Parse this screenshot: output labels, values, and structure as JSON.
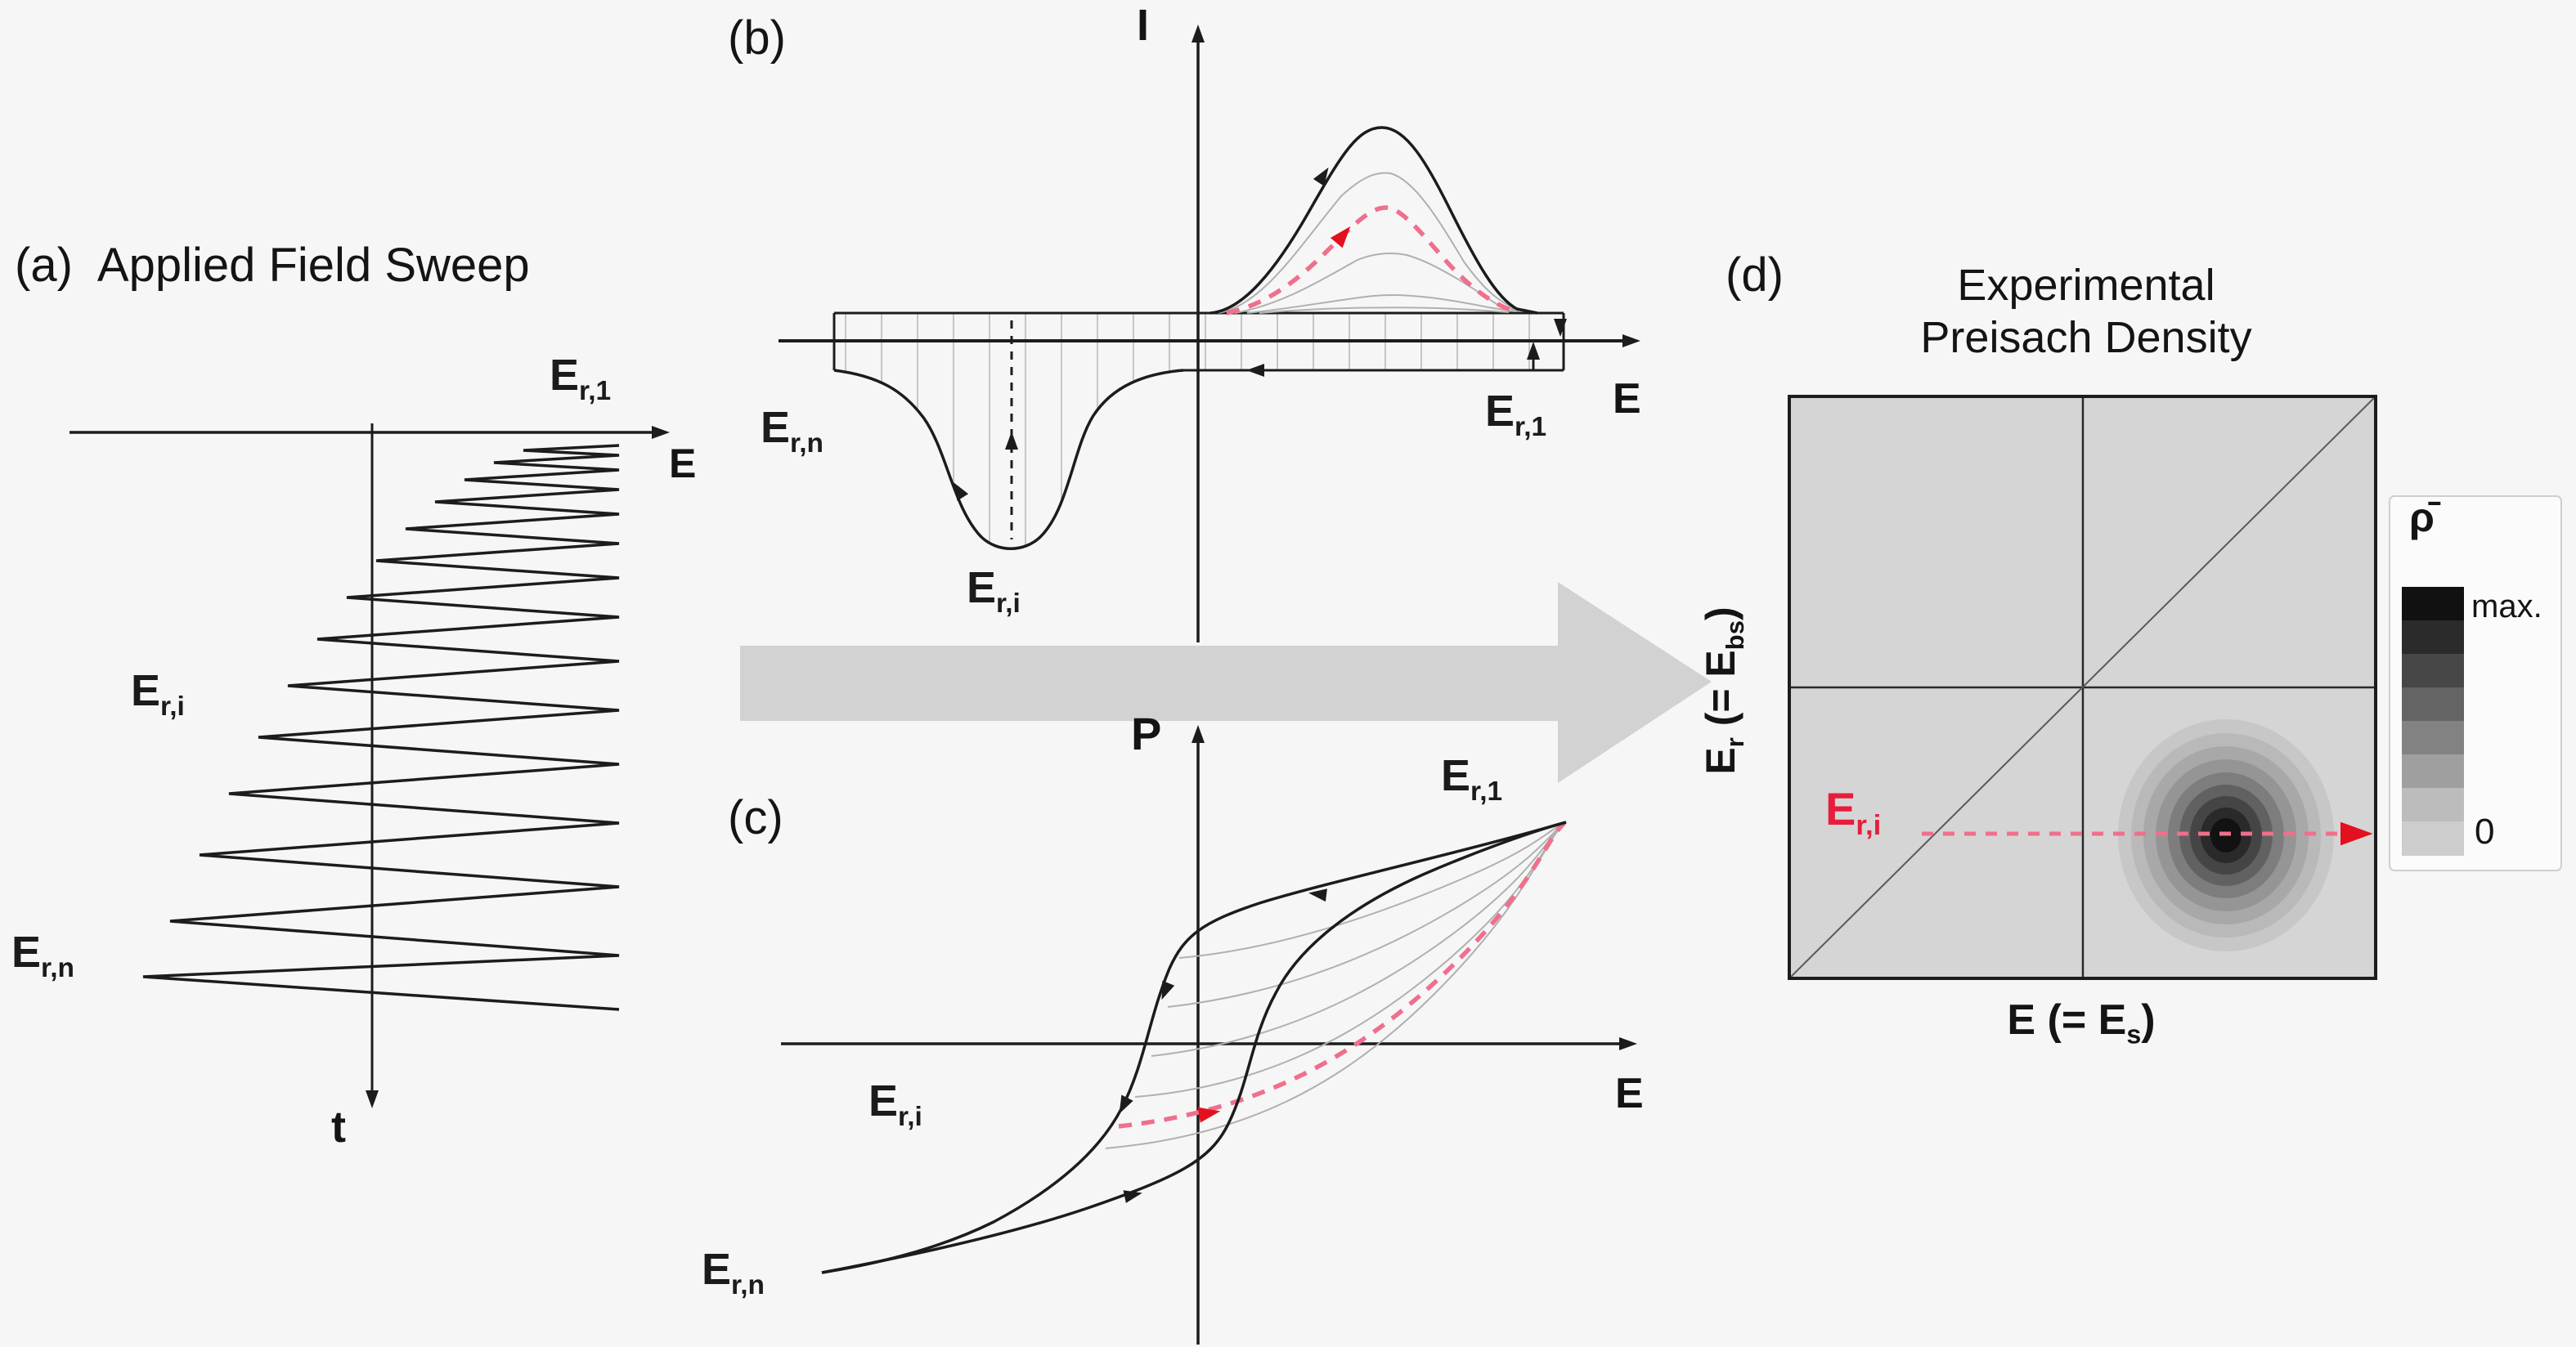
{
  "figure": {
    "panel_a": {
      "tag": "(a)",
      "title": "Applied Field Sweep",
      "axis_e": "E",
      "axis_t": "t",
      "labels": {
        "er1": [
          {
            "t": "E"
          },
          {
            "s": "r,1"
          }
        ],
        "eri": [
          {
            "t": "E"
          },
          {
            "s": "r,i"
          }
        ],
        "ern": [
          {
            "t": "E"
          },
          {
            "s": "r,n"
          }
        ]
      }
    },
    "panel_b": {
      "tag": "(b)",
      "axis_i": "I",
      "axis_e": "E",
      "labels": {
        "er1": [
          {
            "t": "E"
          },
          {
            "s": "r,1"
          }
        ],
        "eri": [
          {
            "t": "E"
          },
          {
            "s": "r,i"
          }
        ],
        "ern": [
          {
            "t": "E"
          },
          {
            "s": "r,n"
          }
        ]
      }
    },
    "panel_c": {
      "tag": "(c)",
      "axis_p": "P",
      "axis_e": "E",
      "labels": {
        "er1": [
          {
            "t": "E"
          },
          {
            "s": "r,1"
          }
        ],
        "eri": [
          {
            "t": "E"
          },
          {
            "s": "r,i"
          }
        ],
        "ern": [
          {
            "t": "E"
          },
          {
            "s": "r,n"
          }
        ]
      }
    },
    "panel_d": {
      "tag": "(d)",
      "title_line1": "Experimental",
      "title_line2": "Preisach Density",
      "xlabel": [
        {
          "t": "E (= E"
        },
        {
          "s": "s"
        },
        {
          "t": ")"
        }
      ],
      "ylabel": [
        {
          "t": "E"
        },
        {
          "s": "r"
        },
        {
          "t": " (= E"
        },
        {
          "s": "bs"
        },
        {
          "t": ")"
        }
      ],
      "label_eri": [
        {
          "t": "E"
        },
        {
          "s": "r,i"
        }
      ],
      "colorbar": {
        "symbol": "ρ̄",
        "max_label": "max.",
        "zero_label": "0"
      }
    }
  },
  "colors": {
    "background": "#f6f6f6",
    "ink": "#1c1c1c",
    "panel_d_background": "#d5d5d5",
    "big_arrow": "#d2d2d2",
    "hatch": "#c6c6c6",
    "forc_minor_curve": "#b0b0b0",
    "red_label": "#e81c3c",
    "red_dash": "#ef6f8d",
    "red_arrowhead": "#e3101f",
    "density_max": "#111111",
    "density_zero": "#cdcdcd"
  }
}
